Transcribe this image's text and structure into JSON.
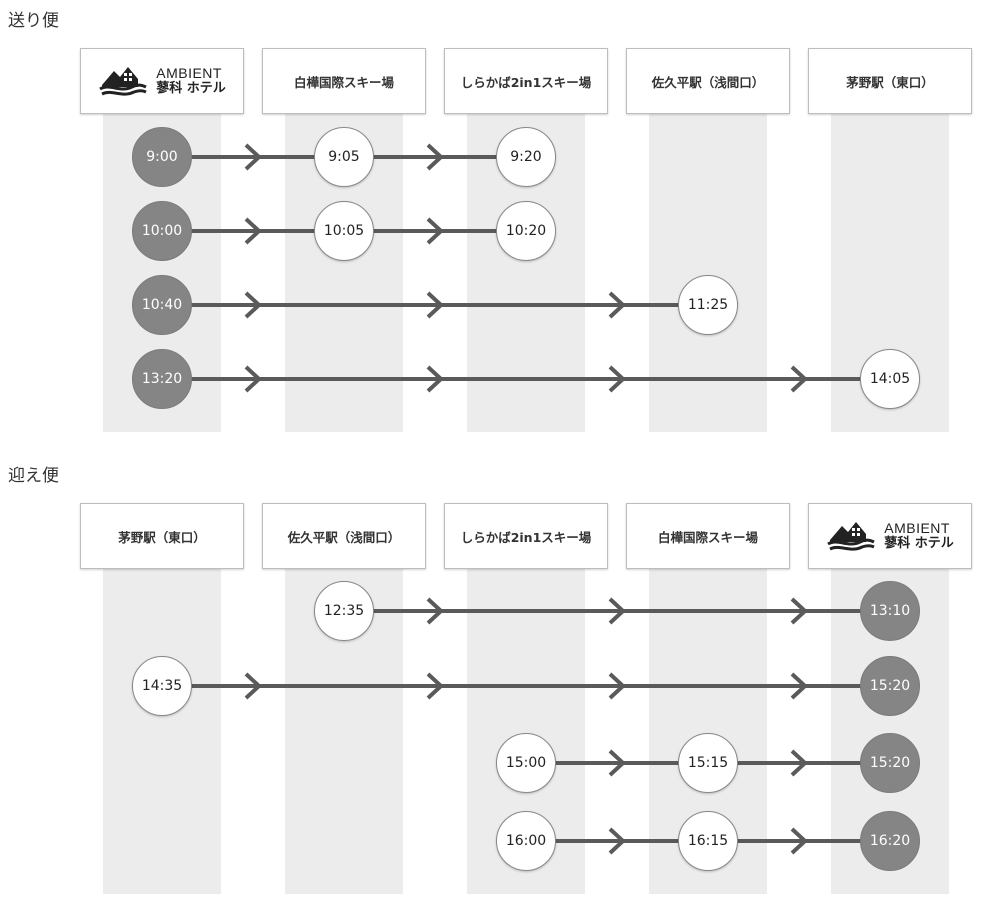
{
  "sections": [
    {
      "title": "送り便",
      "headers": [
        {
          "logo": true,
          "brand": "AMBIENT",
          "sub": "蓼科 ホテル"
        },
        {
          "label": "白樺国際スキー場"
        },
        {
          "label": "しらかば2in1スキー場"
        },
        {
          "label": "佐久平駅（浅間口）"
        },
        {
          "label": "茅野駅（東口）"
        }
      ],
      "rows": [
        {
          "stops": [
            {
              "col": 0,
              "time": "9:00",
              "style": "dark"
            },
            {
              "col": 1,
              "time": "9:05",
              "style": "white"
            },
            {
              "col": 2,
              "time": "9:20",
              "style": "white"
            }
          ]
        },
        {
          "stops": [
            {
              "col": 0,
              "time": "10:00",
              "style": "dark"
            },
            {
              "col": 1,
              "time": "10:05",
              "style": "white"
            },
            {
              "col": 2,
              "time": "10:20",
              "style": "white"
            }
          ]
        },
        {
          "stops": [
            {
              "col": 0,
              "time": "10:40",
              "style": "dark"
            },
            {
              "col": 3,
              "time": "11:25",
              "style": "white"
            }
          ]
        },
        {
          "stops": [
            {
              "col": 0,
              "time": "13:20",
              "style": "dark"
            },
            {
              "col": 4,
              "time": "14:05",
              "style": "white"
            }
          ]
        }
      ]
    },
    {
      "title": "迎え便",
      "headers": [
        {
          "label": "茅野駅（東口）"
        },
        {
          "label": "佐久平駅（浅間口）"
        },
        {
          "label": "しらかば2in1スキー場"
        },
        {
          "label": "白樺国際スキー場"
        },
        {
          "logo": true,
          "brand": "AMBIENT",
          "sub": "蓼科 ホテル"
        }
      ],
      "rows": [
        {
          "stops": [
            {
              "col": 1,
              "time": "12:35",
              "style": "white"
            },
            {
              "col": 4,
              "time": "13:10",
              "style": "dark"
            }
          ]
        },
        {
          "stops": [
            {
              "col": 0,
              "time": "14:35",
              "style": "white"
            },
            {
              "col": 4,
              "time": "15:20",
              "style": "dark"
            }
          ]
        },
        {
          "stops": [
            {
              "col": 2,
              "time": "15:00",
              "style": "white"
            },
            {
              "col": 3,
              "time": "15:15",
              "style": "white"
            },
            {
              "col": 4,
              "time": "15:20",
              "style": "dark"
            }
          ]
        },
        {
          "stops": [
            {
              "col": 2,
              "time": "16:00",
              "style": "white"
            },
            {
              "col": 3,
              "time": "16:15",
              "style": "white"
            },
            {
              "col": 4,
              "time": "16:20",
              "style": "dark"
            }
          ]
        }
      ]
    }
  ],
  "colors": {
    "line": "#5a5a5a",
    "dark_node": "#858585",
    "column_bg": "#ececec"
  }
}
